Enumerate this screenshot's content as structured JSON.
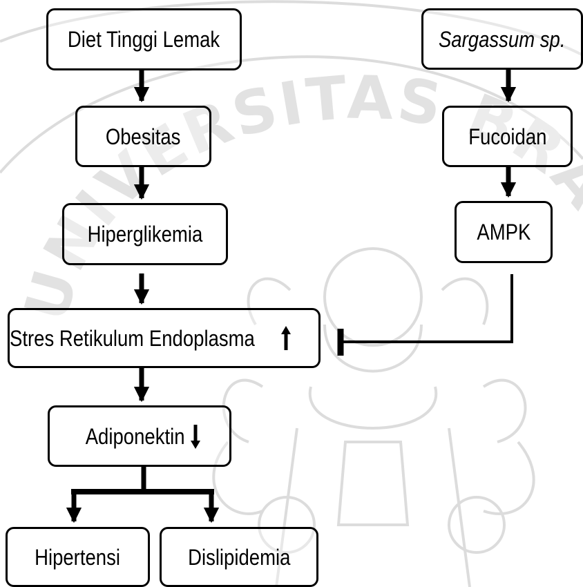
{
  "nodes": {
    "diet": "Diet Tinggi Lemak",
    "obesitas": "Obesitas",
    "hiperglikemia": "Hiperglikemia",
    "stres": "Stres Retikulum Endoplasma",
    "adiponektin": "Adiponektin",
    "hipertensi": "Hipertensi",
    "dislipidemia": "Dislipidemia",
    "sargassum": "Sargassum sp.",
    "fucoidan": "Fucoidan",
    "ampk": "AMPK"
  },
  "indicators": {
    "stres": "increase",
    "adiponektin": "decrease"
  },
  "edges": [
    {
      "from": "diet",
      "to": "obesitas",
      "type": "arrow"
    },
    {
      "from": "obesitas",
      "to": "hiperglikemia",
      "type": "arrow"
    },
    {
      "from": "hiperglikemia",
      "to": "stres",
      "type": "arrow"
    },
    {
      "from": "stres",
      "to": "adiponektin",
      "type": "arrow"
    },
    {
      "from": "adiponektin",
      "to": "hipertensi",
      "type": "arrow"
    },
    {
      "from": "adiponektin",
      "to": "dislipidemia",
      "type": "arrow"
    },
    {
      "from": "sargassum",
      "to": "fucoidan",
      "type": "arrow"
    },
    {
      "from": "fucoidan",
      "to": "ampk",
      "type": "arrow"
    },
    {
      "from": "ampk",
      "to": "stres",
      "type": "inhibition"
    }
  ],
  "watermark": {
    "text": "UNIVERSITAS BRAWIJAYA",
    "color": "#d9d9d9"
  }
}
